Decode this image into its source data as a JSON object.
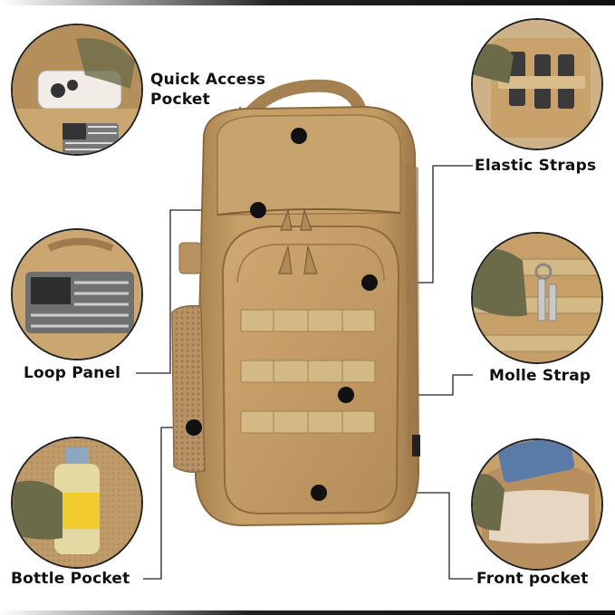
{
  "colors": {
    "tan": "#c6a068",
    "tan_dark": "#a9834f",
    "tan_light": "#d8b985",
    "webbing": "#d2b986",
    "line": "#222222",
    "label": "#111111",
    "background": "#ffffff"
  },
  "labels": {
    "quick_access_line1": "Quick Access",
    "quick_access_line2": "Pocket",
    "elastic_straps": "Elastic Straps",
    "loop_panel": "Loop Panel",
    "molle_strap": "Molle Strap",
    "bottle_pocket": "Bottle Pocket",
    "front_pocket": "Front pocket"
  },
  "icons": {
    "flag": "us-flag-patch-icon",
    "flag_gray": "gray-flag-patch-icon",
    "keys": "keys-icon",
    "phone": "phone-icon",
    "bottle": "water-bottle-icon"
  }
}
